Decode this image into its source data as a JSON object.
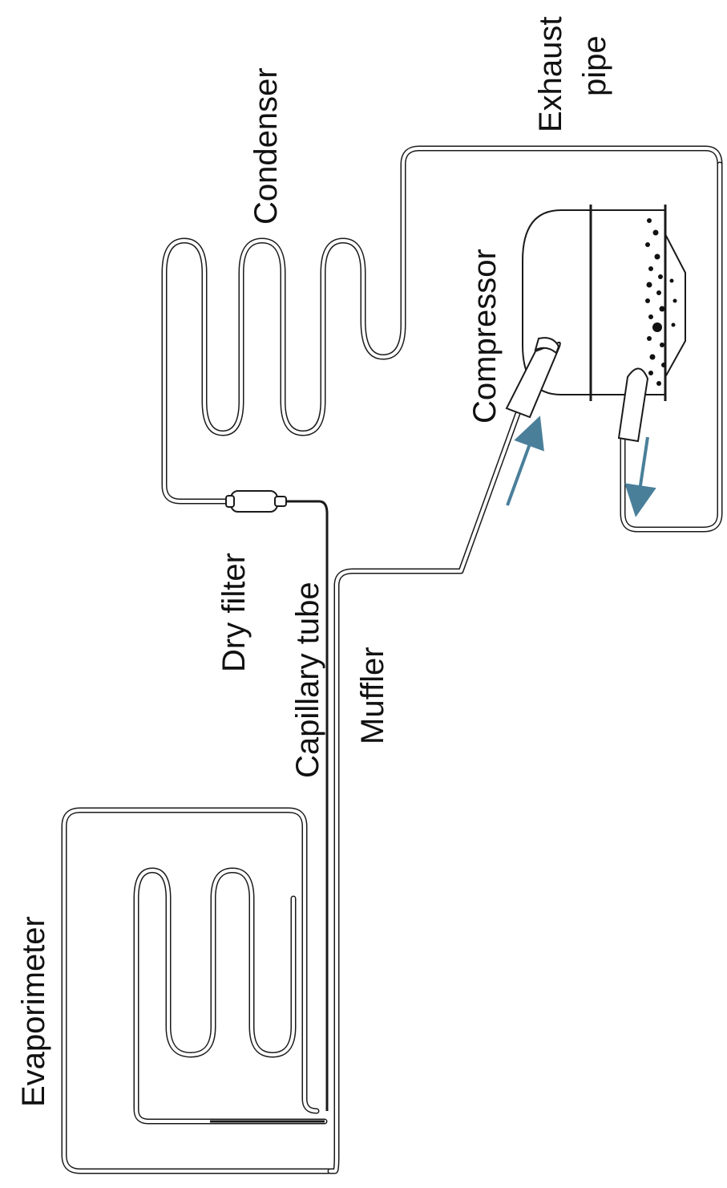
{
  "labels": {
    "exhaust_line1": "Exhaust",
    "exhaust_line2": "pipe",
    "condenser": "Condenser",
    "compressor": "Compressor",
    "dry_filter": "Dry filter",
    "capillary_tube": "Capillary tube",
    "muffler": "Muffler",
    "evaporimeter": "Evaporimeter"
  },
  "colors": {
    "flow_arrow": "#4a7f9a",
    "line": "#1a1a1a"
  },
  "icons": {
    "flow_in": "arrow-up-right-icon",
    "flow_out": "arrow-down-icon"
  }
}
